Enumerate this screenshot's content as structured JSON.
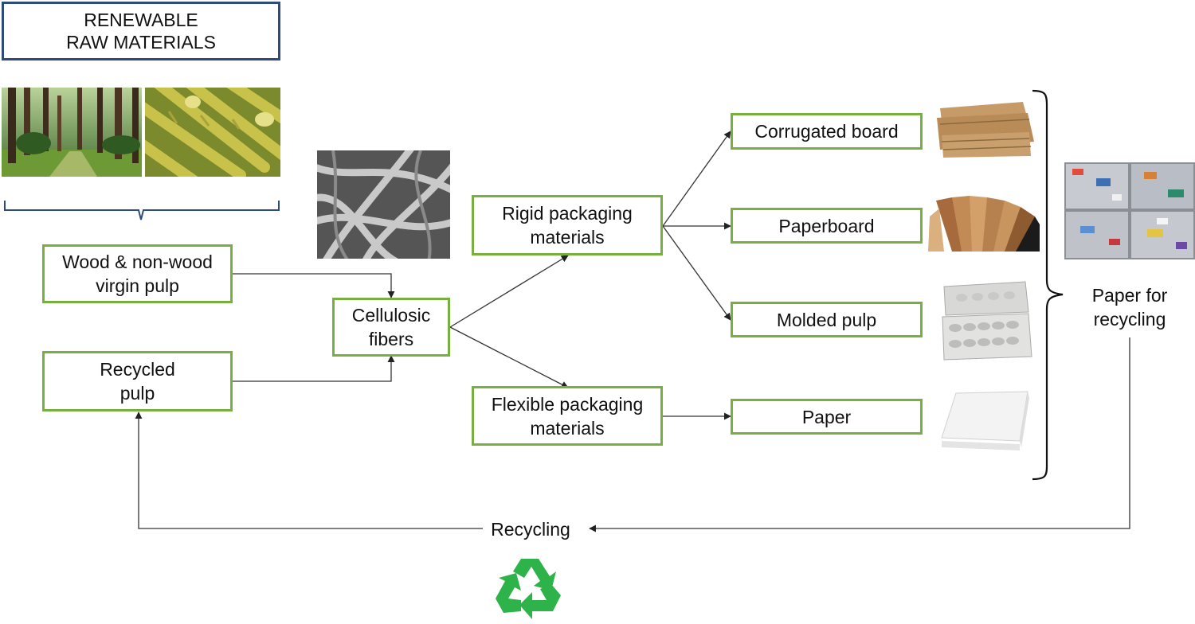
{
  "header": {
    "title": "RENEWABLE\nRAW MATERIALS"
  },
  "nodes": {
    "virgin_pulp": "Wood & non-wood\nvirgin pulp",
    "recycled_pulp": "Recycled\npulp",
    "cellulosic_fibers": "Cellulosic\nfibers",
    "rigid_packaging": "Rigid packaging\nmaterials",
    "flexible_packaging": "Flexible packaging\nmaterials",
    "corrugated_board": "Corrugated board",
    "paperboard": "Paperboard",
    "molded_pulp": "Molded pulp",
    "paper": "Paper"
  },
  "labels": {
    "paper_for_recycling": "Paper for\nrecycling",
    "recycling": "Recycling"
  },
  "images": [
    "forest-photo",
    "sugarcane-photo",
    "fiber-micrograph",
    "corrugated-board-photo",
    "paperboard-swatches-photo",
    "egg-carton-photo",
    "paper-sheets-photo",
    "paper-bales-photo"
  ],
  "icons": {
    "recycle": "recycle-symbol-icon"
  },
  "colors": {
    "node_border": "#77b041",
    "title_border": "#2f4b7c",
    "brace": "#2f4b7c",
    "arrow": "#333333",
    "recycle": "#2db34a"
  }
}
